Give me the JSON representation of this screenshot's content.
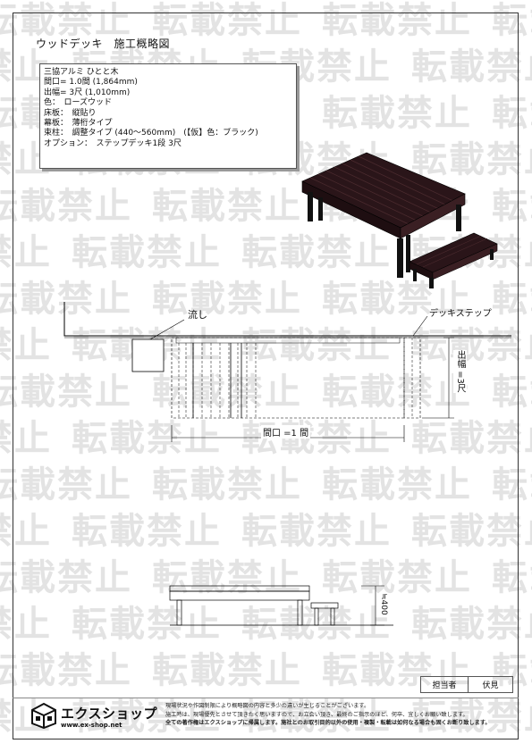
{
  "watermark": "転載禁止",
  "title": "ウッドデッキ　施工概略図",
  "spec_lines": [
    "三協アルミ ひとと木",
    "間口= 1.0間 (1,864mm)",
    "出幅= 3尺 (1,010mm)",
    "色：　ローズウッド",
    "床板：　縦貼り",
    "幕板：　薄桁タイプ",
    "束柱：　調整タイプ (440～560mm)　(【仮】色：ブラック)",
    "オプション：　ステップデッキ1段 3尺"
  ],
  "labels": {
    "drain": "流し",
    "step": "デッキステップ",
    "depth": "出幅 =3尺",
    "width": "間口 =1 間",
    "height": "≒400"
  },
  "signature": {
    "role": "担当者",
    "name": "伏見"
  },
  "logo": {
    "name": "エクスショップ",
    "url": "www.ex-shop.net"
  },
  "notes": [
    "現場状況や作図制限により概略図の内容と多少の違いが生じることがございます。",
    "施工時は、現場優先とさせて頂きたく思いますので、お立会い頂き、最終のご指示のほど、何卒、宜しくお願い致します。",
    "全ての著作権はエクスショップに帰属します。施社とのお取引目的以外の使用・複製・転載は如何なる場合も固くお断り致します。"
  ],
  "colors": {
    "deck": "#2a1519",
    "deck_light": "#4a2a2e",
    "watermark": "#e3e3e3"
  }
}
